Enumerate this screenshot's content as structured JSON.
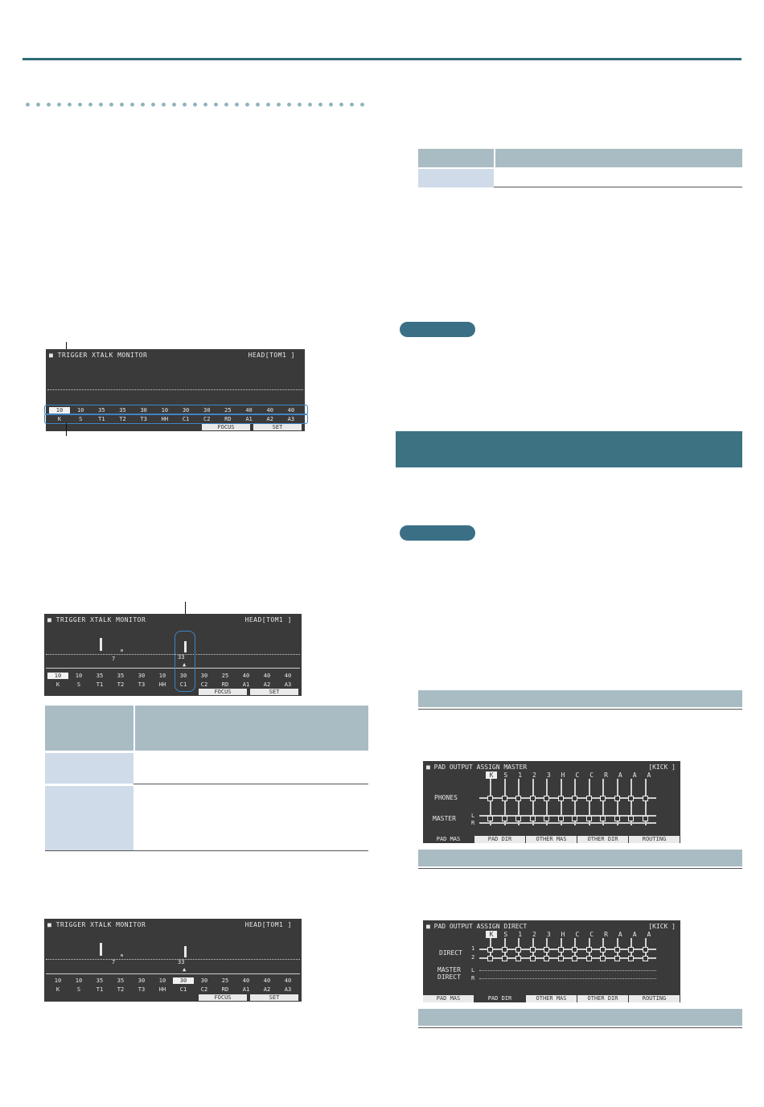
{
  "screen1": {
    "title": "TRIGGER XTALK MONITOR",
    "head": "HEAD[TOM1  ]",
    "values": [
      "10",
      "10",
      "35",
      "35",
      "30",
      "10",
      "30",
      "30",
      "25",
      "40",
      "40",
      "40"
    ],
    "pads": [
      "K",
      "S",
      "T1",
      "T2",
      "T3",
      "HH",
      "C1",
      "C2",
      "RD",
      "A1",
      "A2",
      "A3"
    ],
    "softkeys": [
      "FOCUS",
      "SET"
    ]
  },
  "screen2": {
    "title": "TRIGGER XTALK MONITOR",
    "head": "HEAD[TOM1  ]",
    "values": [
      "10",
      "10",
      "35",
      "35",
      "30",
      "10",
      "30",
      "30",
      "25",
      "40",
      "40",
      "40"
    ],
    "pads": [
      "K",
      "S",
      "T1",
      "T2",
      "T3",
      "HH",
      "C1",
      "C2",
      "RD",
      "A1",
      "A2",
      "A3"
    ],
    "level_a": "7",
    "level_b": "33",
    "softkeys": [
      "FOCUS",
      "SET"
    ]
  },
  "screen3": {
    "title": "TRIGGER XTALK MONITOR",
    "head": "HEAD[TOM1  ]",
    "values": [
      "10",
      "10",
      "35",
      "35",
      "30",
      "10",
      "30",
      "30",
      "25",
      "40",
      "40",
      "40"
    ],
    "pads": [
      "K",
      "S",
      "T1",
      "T2",
      "T3",
      "HH",
      "C1",
      "C2",
      "RD",
      "A1",
      "A2",
      "A3"
    ],
    "level_a": "7",
    "level_b": "33",
    "softkeys": [
      "FOCUS",
      "SET"
    ]
  },
  "master_screen": {
    "title": "PAD OUTPUT ASSIGN MASTER",
    "kit": "[KICK  ]",
    "letters": [
      "K",
      "S",
      "1",
      "2",
      "3",
      "H",
      "C",
      "C",
      "R",
      "A",
      "A",
      "A"
    ],
    "label_phones": "PHONES",
    "label_master": "MASTER",
    "label_l": "L",
    "label_r": "R",
    "tabs": [
      "PAD MAS",
      "PAD DIR",
      "OTHER MAS",
      "OTHER DIR",
      "ROUTING"
    ]
  },
  "direct_screen": {
    "title": "PAD OUTPUT ASSIGN DIRECT",
    "kit": "[KICK  ]",
    "letters": [
      "K",
      "S",
      "1",
      "2",
      "3",
      "H",
      "C",
      "C",
      "R",
      "A",
      "A",
      "A"
    ],
    "label_direct": "DIRECT",
    "label_1": "1",
    "label_2": "2",
    "label_master": "MASTER",
    "label_direct2": "DIRECT",
    "label_l": "L",
    "label_r": "R",
    "tabs": [
      "PAD MAS",
      "PAD DIR",
      "OTHER MAS",
      "OTHER DIR",
      "ROUTING"
    ]
  }
}
